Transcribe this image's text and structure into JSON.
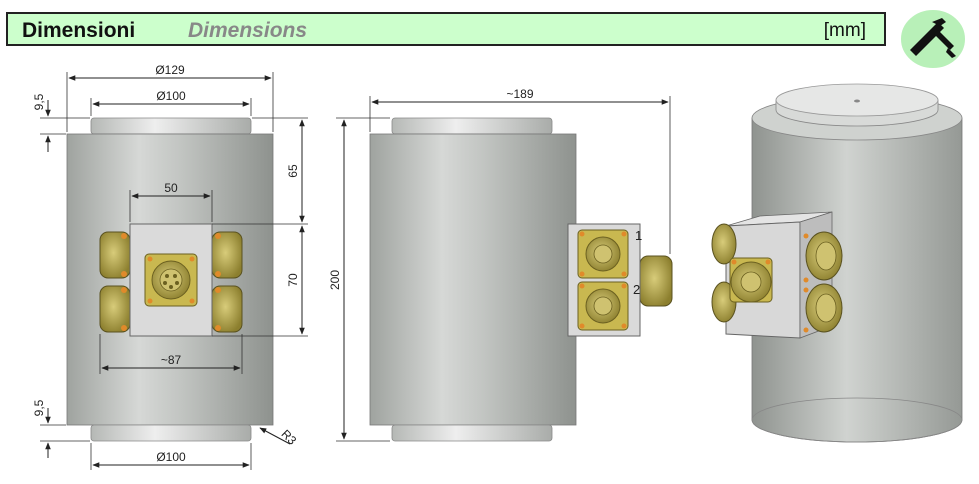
{
  "header": {
    "title_it": "Dimensioni",
    "title_en": "Dimensions",
    "unit": "[mm]"
  },
  "icons": {
    "caliper": "caliper-icon"
  },
  "colors": {
    "header_bg": "#ccffcc",
    "badge_bg": "#b8f0b8",
    "body_gray": "#b5b8b5",
    "plate": "#d8d8d8",
    "connector": "#b8a84a",
    "connector_rim": "#e08a2a"
  },
  "front_view": {
    "outer_diameter": "Ø129",
    "top_diameter": "Ø100",
    "bottom_diameter": "Ø100",
    "top_step": "9,5",
    "bottom_step": "9,5",
    "upper_height": "65",
    "middle_height": "70",
    "plate_width": "50",
    "connector_span": "~87",
    "radius": "R3"
  },
  "side_view": {
    "length": "~189",
    "height": "200",
    "connector_1": "1",
    "connector_2": "2"
  }
}
